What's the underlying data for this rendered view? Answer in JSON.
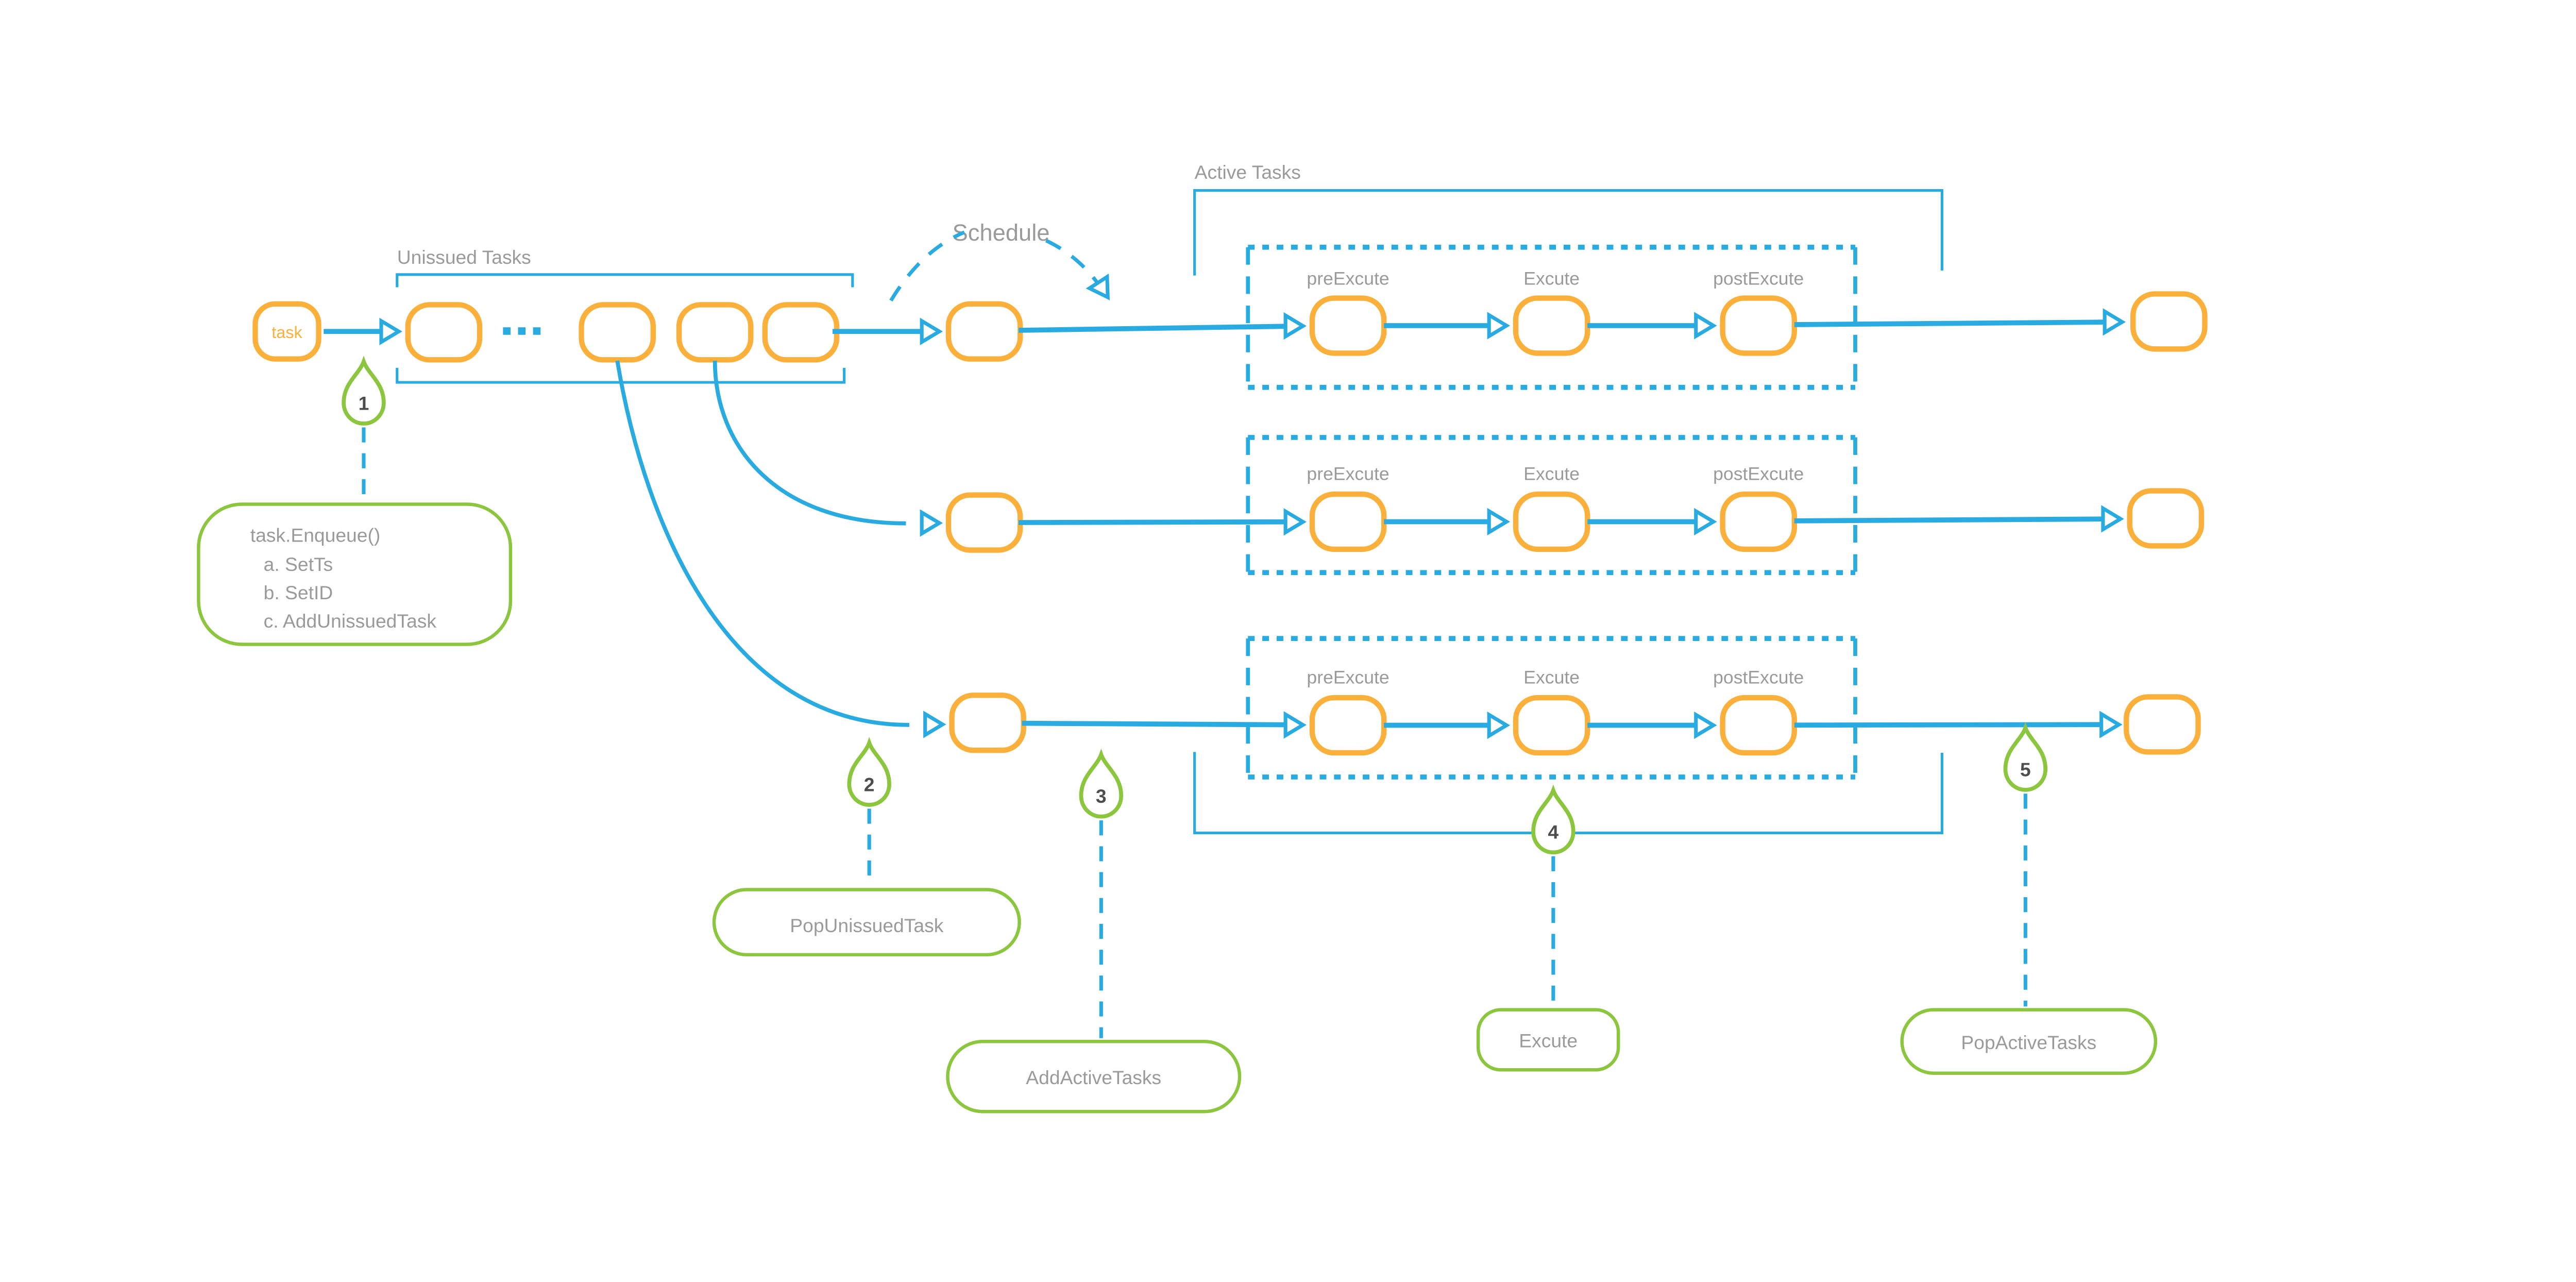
{
  "colors": {
    "blue": "#29ABE2",
    "orange": "#FBB03B",
    "green": "#8CC63F",
    "gray": "#9A9A9A",
    "ink": "#4D4D4D",
    "bg": "#FFFFFF"
  },
  "groups": {
    "unissued": "Unissued Tasks",
    "active": "Active Tasks",
    "schedule": "Schedule"
  },
  "entry_node": "task",
  "stage_labels": [
    "preExcute",
    "Excute",
    "postExcute"
  ],
  "callouts": [
    {
      "number": "1",
      "lines": [
        "task.Enqueue()",
        "a. SetTs",
        "b. SetID",
        "c. AddUnissuedTask"
      ]
    },
    {
      "number": "2",
      "label": "PopUnissuedTask"
    },
    {
      "number": "3",
      "label": "AddActiveTasks"
    },
    {
      "number": "4",
      "label": "Excute"
    },
    {
      "number": "5",
      "label": "PopActiveTasks"
    }
  ]
}
